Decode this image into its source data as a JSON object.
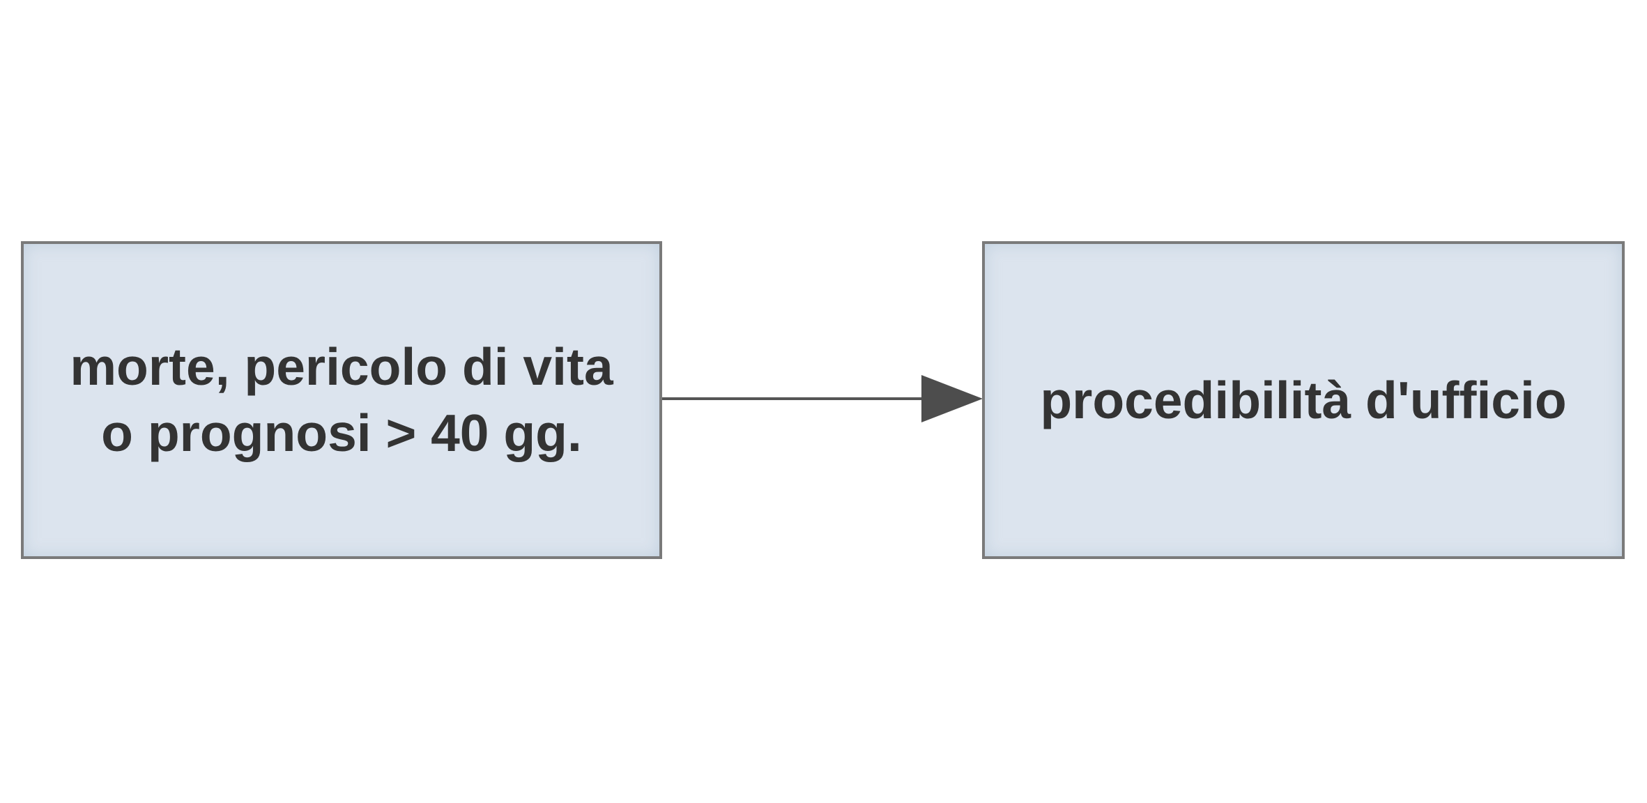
{
  "diagram": {
    "nodes": [
      {
        "id": "source",
        "lines": [
          "morte, pericolo di vita",
          "o prognosi > 40 gg."
        ]
      },
      {
        "id": "target",
        "lines": [
          "procedibilità d'ufficio"
        ]
      }
    ],
    "edges": [
      {
        "from": "source",
        "to": "target"
      }
    ],
    "colors": {
      "node_fill": "#dce4ee",
      "node_border": "#7a7a7a",
      "text": "#333333",
      "edge": "#555555"
    }
  }
}
